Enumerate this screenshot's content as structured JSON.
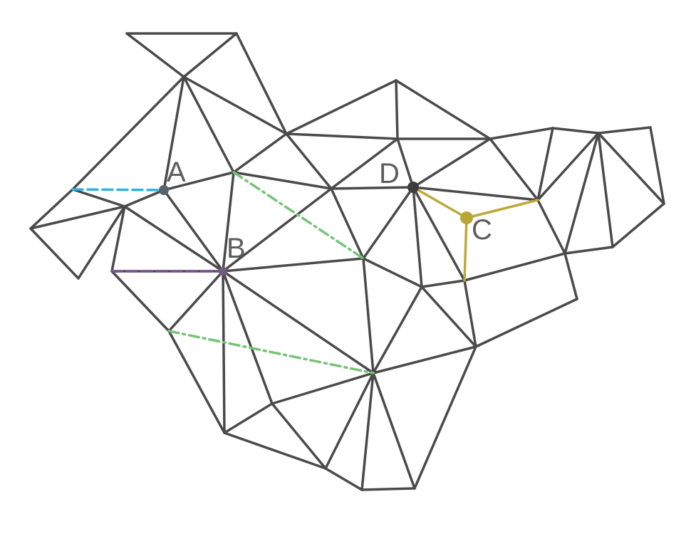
{
  "diagram": {
    "mesh_color": "#4a4a4a",
    "nodes": {
      "A": {
        "label": "A"
      },
      "B": {
        "label": "B"
      },
      "C": {
        "label": "C"
      },
      "D": {
        "label": "D"
      }
    },
    "colors": {
      "node_A": "#56636b",
      "node_B": "#735c80",
      "node_C": "#b8a636",
      "node_D": "#3d3d3d",
      "label": "#5d5d5d",
      "cyan_dashed": "#2cb3e3",
      "purple_dashed": "#7a4f96",
      "green_dashdot": "#74c476",
      "yellow_solid": "#bfa83a"
    }
  }
}
